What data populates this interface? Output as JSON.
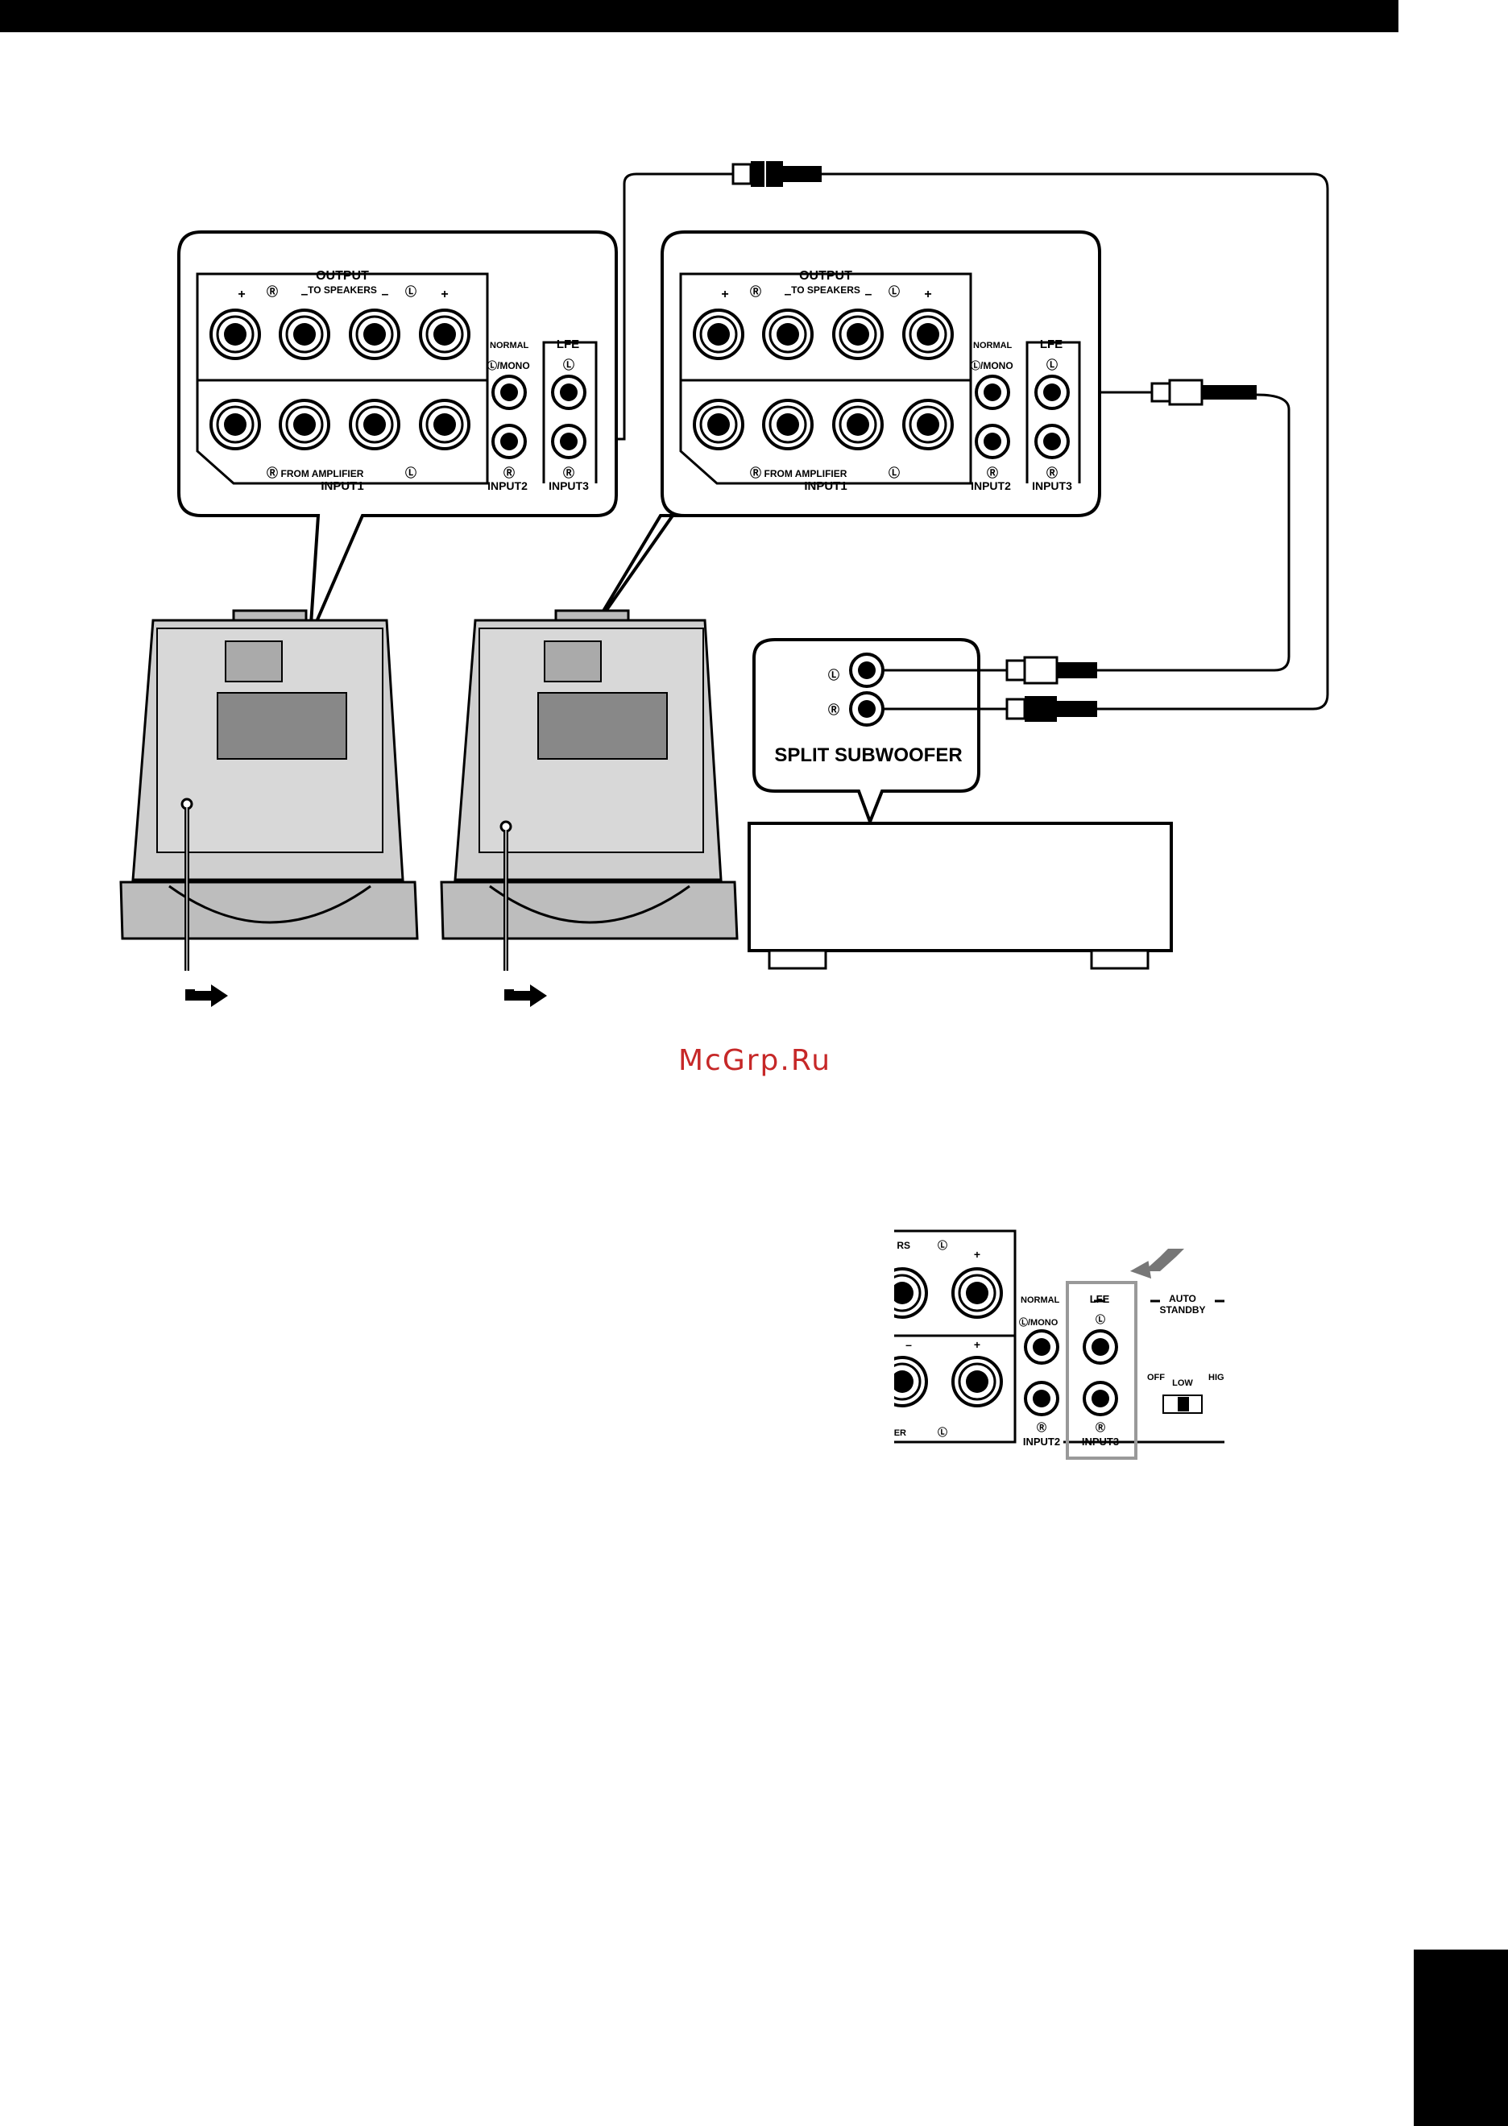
{
  "labels": {
    "output": "OUTPUT",
    "to_speakers": "TO SPEAKERS",
    "from_amplifier": "FROM AMPLIFIER",
    "input1": "INPUT1",
    "input2": "INPUT2",
    "input3": "INPUT3",
    "normal": "NORMAL",
    "l_mono": "Ⓛ/MONO",
    "lfe": "LFE",
    "ch_l": "Ⓛ",
    "ch_r": "Ⓡ",
    "plus": "+",
    "minus": "–",
    "split_subwoofer": "SPLIT SUBWOOFER",
    "auto_standby": "AUTO",
    "standby": "STANDBY",
    "off": "OFF",
    "low": "LOW",
    "high": "HIGH",
    "rs": "RS",
    "fier": "FIER"
  },
  "watermark": "McGrp.Ru"
}
